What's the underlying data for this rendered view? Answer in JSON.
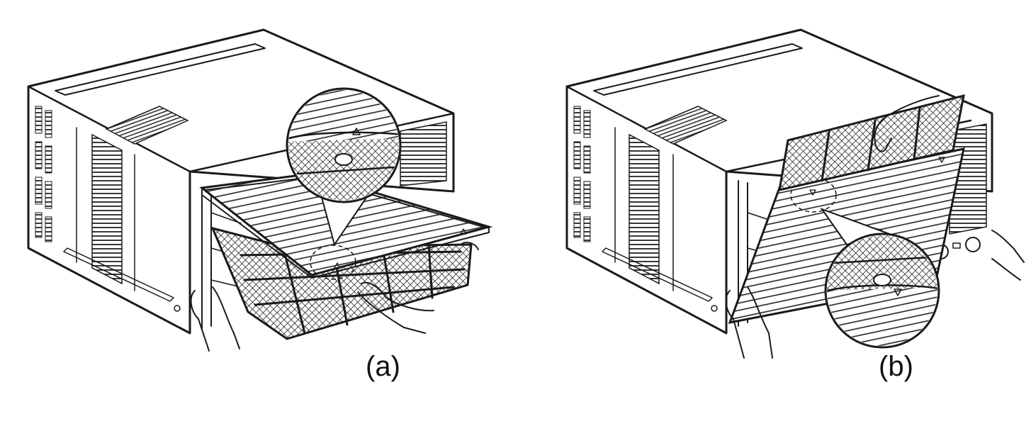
{
  "figure": {
    "panels": [
      {
        "caption": "(a)",
        "step": "remove-front-grille"
      },
      {
        "caption": "(b)",
        "step": "remove-air-filter"
      }
    ],
    "icons": [
      "air-conditioner-unit",
      "front-grille",
      "air-filter",
      "hand",
      "magnifier-callout",
      "triangle-mark"
    ],
    "colors": {
      "ink": "#1a1a1a",
      "paper": "#ffffff"
    }
  }
}
